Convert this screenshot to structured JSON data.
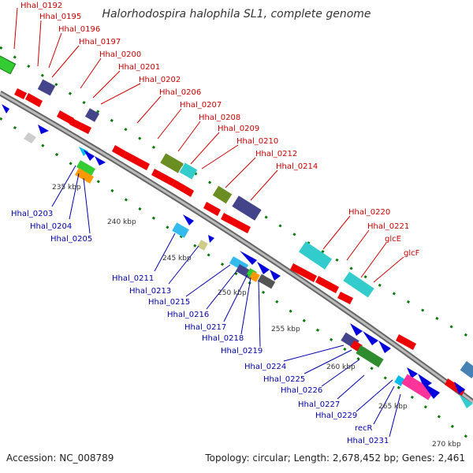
{
  "title": "Halorhodospira halophila SL1, complete genome",
  "footer": {
    "accession": "Accession: NC_008789",
    "summary": "Topology: circular; Length: 2,678,452 bp; Genes: 2,461"
  },
  "colors": {
    "top_label": "#cc0000",
    "bottom_label": "#0000aa",
    "backbone": "#8a8a8a",
    "tick": "#007700"
  },
  "top_labels": [
    "Hhal_0192",
    "Hhal_0195",
    "Hhal_0196",
    "Hhal_0197",
    "Hhal_0200",
    "Hhal_0201",
    "Hhal_0202",
    "Hhal_0206",
    "Hhal_0207",
    "Hhal_0208",
    "Hhal_0209",
    "Hhal_0210",
    "Hhal_0212",
    "Hhal_0214",
    "Hhal_0220",
    "Hhal_0221",
    "glcE",
    "glcF"
  ],
  "bottom_labels": [
    "Hhal_0203",
    "Hhal_0204",
    "Hhal_0205",
    "Hhal_0211",
    "Hhal_0213",
    "Hhal_0215",
    "Hhal_0216",
    "Hhal_0217",
    "Hhal_0218",
    "Hhal_0219",
    "Hhal_0224",
    "Hhal_0225",
    "Hhal_0226",
    "Hhal_0227",
    "Hhal_0229",
    "recR",
    "Hhal_0231"
  ],
  "kbp_labels": [
    "235 kbp",
    "240 kbp",
    "245 kbp",
    "250 kbp",
    "255 kbp",
    "260 kbp",
    "265 kbp",
    "270 kbp"
  ]
}
